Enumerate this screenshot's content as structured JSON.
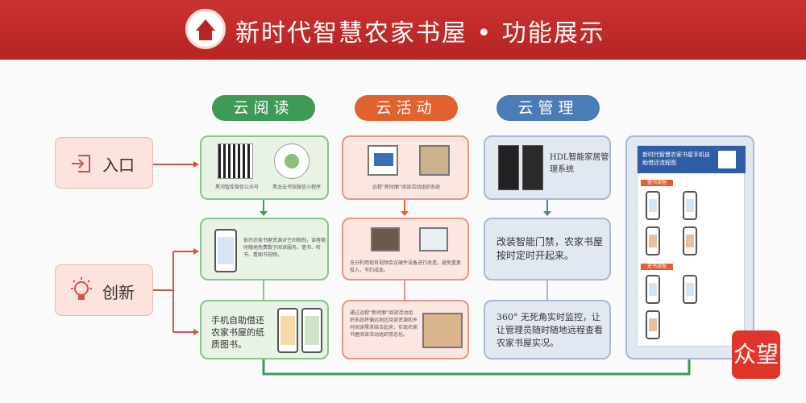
{
  "header": {
    "title": "新时代智慧农家书屋 • 功能展示"
  },
  "side": {
    "entry_label": "入口",
    "innovation_label": "创新"
  },
  "columns": {
    "reading": {
      "title": "云阅读",
      "entry_caption_1": "黑河智库微信公众号",
      "entry_caption_2": "黑龙云书馆微信小程序",
      "innovation_text_1": "依托农家书屋资源对空间限制，读者随时随地免费数字阅读服务。借书、听书、看图书视频。",
      "innovation_text_2": "手机自助借还农家书屋的纸质图书。"
    },
    "activity": {
      "title": "云活动",
      "entry_caption": "远程“新时面”阅读活动组织系统",
      "innovation_text_1": "充分利用现有视频会议硬件设备进行改造，避免重复投入，节约成本。",
      "innovation_text_2": "通过远程“新时面”阅读活动组织系统将偏远地区阅读资源和乡村阅读需求结合起来，实现农家书屋阅读活动组织常态化。"
    },
    "management": {
      "title": "云管理",
      "entry_text": "HDL智能家居管理系统",
      "innovation_text_1": "改装智能门禁，农家书屋按时定时开起来。",
      "innovation_text_2": "360° 无死角实时监控，让让管理员随时随地远程查看农家书屋实况。"
    }
  },
  "poster": {
    "title": "新时代智慧农家书屋手机自助借还流程图",
    "section_1": "借书流程",
    "section_2": "还书流程"
  },
  "watermark": {
    "text": "众望"
  },
  "colors": {
    "header_red": "#b72424",
    "green": "#3f9a58",
    "orange": "#e2622f",
    "blue": "#4a7db5"
  }
}
